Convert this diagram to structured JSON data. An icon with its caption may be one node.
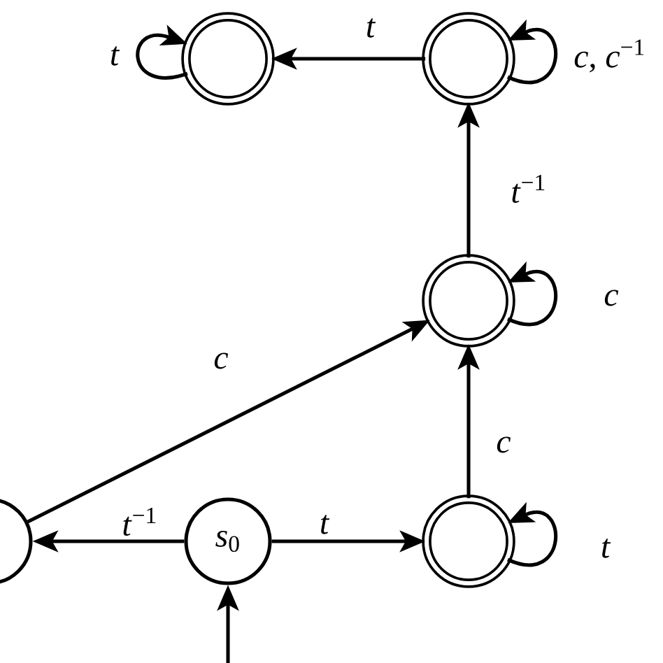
{
  "diagram": {
    "nodes": [
      {
        "text": [],
        "shape": "double-circle"
      },
      {
        "text": [],
        "shape": "double-circle"
      },
      {
        "text": [],
        "shape": "double-circle"
      },
      {
        "text": [],
        "shape": "circle"
      },
      {
        "text": [
          "*s*$_{0}$"
        ]
      },
      {
        "text": [],
        "shape": "double-circle"
      }
    ],
    "edges": [
      {
        "from": 0,
        "to": 0,
        "arrow": "to",
        "label": "*t*"
      },
      {
        "from": 1,
        "to": 0,
        "arrow": "to",
        "label": "*t*"
      },
      {
        "from": 1,
        "to": 1,
        "arrow": "to",
        "label": "*c*, *c*$^{−1}$"
      },
      {
        "from": 2,
        "to": 1,
        "arrow": "to",
        "label": "*t*$^{−1}$"
      },
      {
        "from": 2,
        "to": 2,
        "arrow": "to",
        "label": "*c*"
      },
      {
        "from": 3,
        "to": 2,
        "arrow": "to",
        "label": "*c*"
      },
      {
        "from": 5,
        "to": 2,
        "arrow": "to",
        "label": "*c*"
      },
      {
        "from": 4,
        "to": 3,
        "arrow": "to",
        "label": "*t*$^{−1}$"
      },
      {
        "from": 4,
        "to": 5,
        "arrow": "to",
        "label": "*t*"
      },
      {
        "from": 5,
        "to": 5,
        "arrow": "to",
        "label": "*t*"
      },
      {
        "from": null,
        "to": 4,
        "arrow": "to"
      }
    ]
  }
}
